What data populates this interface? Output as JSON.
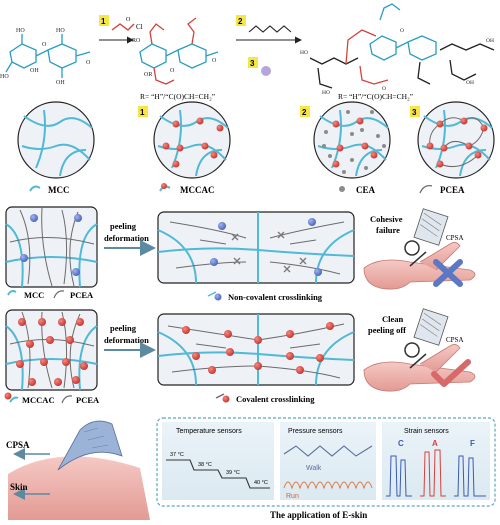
{
  "reaction": {
    "step1_num": "1",
    "step2_num": "2",
    "step3_num": "3",
    "reagent_cl": "Cl",
    "reagent_o": "O",
    "r_label_1": "R= “H”/“C(O)CH=CH₂”",
    "r_label_2": "R= “H”/“C(O)CH=CH₂”"
  },
  "circles": {
    "badge1": "1",
    "badge2": "2",
    "badge3": "3"
  },
  "legend_top": {
    "mcc": "MCC",
    "mccac": "MCCAC",
    "cea": "CEA",
    "pcea": "PCEA"
  },
  "row1": {
    "arrow_line1": "peeling",
    "arrow_line2": "deformation",
    "legend_mcc": "MCC",
    "legend_pcea": "PCEA",
    "crosslink_label": "Non-covalent crosslinking",
    "failure_line1": "Cohesive",
    "failure_line2": "failure",
    "cpsa": "CPSA"
  },
  "row2": {
    "arrow_line1": "peeling",
    "arrow_line2": "deformation",
    "legend_mccac": "MCCAC",
    "legend_pcea": "PCEA",
    "crosslink_label": "Covalent crosslinking",
    "clean_line1": "Clean",
    "clean_line2": "peeling off",
    "cpsa": "CPSA"
  },
  "bottom": {
    "cpsa": "CPSA",
    "skin": "Skin",
    "temp_title": "Temperature sensors",
    "temps": [
      "37 °C",
      "38 °C",
      "39 °C",
      "40 °C"
    ],
    "pressure_title": "Pressure sensors",
    "walk": "Walk",
    "run": "Run",
    "strain_title": "Strain sensors",
    "letters": [
      "C",
      "A",
      "F"
    ],
    "application": "The application of E-skin"
  },
  "colors": {
    "cyan": "#4fb9d6",
    "red": "#d7413a",
    "blue": "#5a75c8",
    "gray": "#7a7a7a",
    "dash": "#5aa7bd"
  }
}
